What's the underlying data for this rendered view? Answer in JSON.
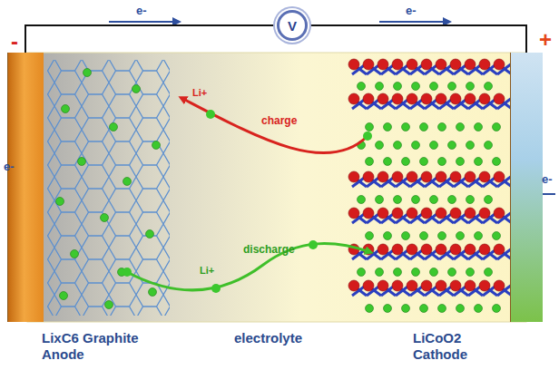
{
  "diagram": {
    "nodes": [
      {
        "text": [
          "LixC6 Graphite Anode"
        ]
      },
      {
        "text": [
          "V"
        ]
      },
      {
        "text": [
          "LiCoO2 Cathode"
        ]
      }
    ],
    "edges": [
      {
        "from": 0,
        "to": 1,
        "arrow": "none"
      },
      {
        "from": 1,
        "to": 2,
        "arrow": "none"
      }
    ],
    "labels": [
      "e-",
      "e-",
      "-",
      "+",
      "e-",
      "e-",
      "Li+",
      "charge",
      "Li+",
      "discharge",
      "electrolyte"
    ]
  }
}
